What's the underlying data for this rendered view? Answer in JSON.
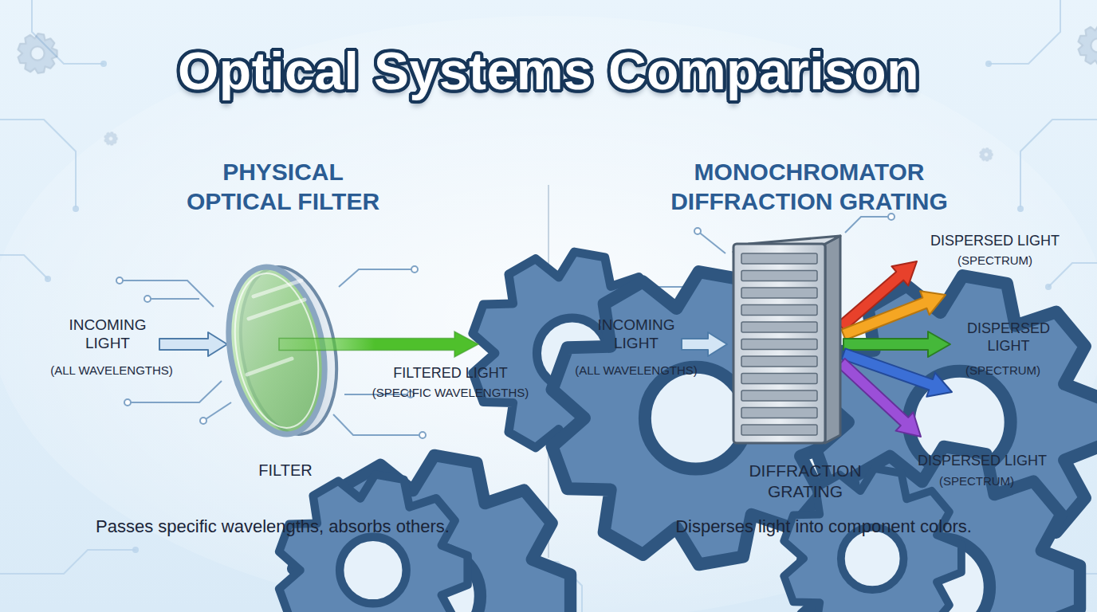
{
  "diagram": {
    "title": "Optical Systems Comparison",
    "labels": [
      "PHYSICAL OPTICAL FILTER",
      "INCOMING LIGHT",
      "(ALL WAVELENGTHS)",
      "FILTERED LIGHT",
      "(SPECIFIC WAVELENGTHS)",
      "FILTER",
      "Passes specific wavelengths, absorbs others.",
      "MONOCHROMATOR DIFFRACTION GRATING",
      "INCOMING LIGHT",
      "(ALL WAVELENGTHS)",
      "DISPERSED LIGHT",
      "(SPECTRUM)",
      "DISPERSED LIGHT",
      "(SPECTRUM)",
      "DISPERSED LIGHT",
      "(SPECTRUM)",
      "DIFFRACTION GRATING",
      "Disperses light into component colors."
    ]
  }
}
